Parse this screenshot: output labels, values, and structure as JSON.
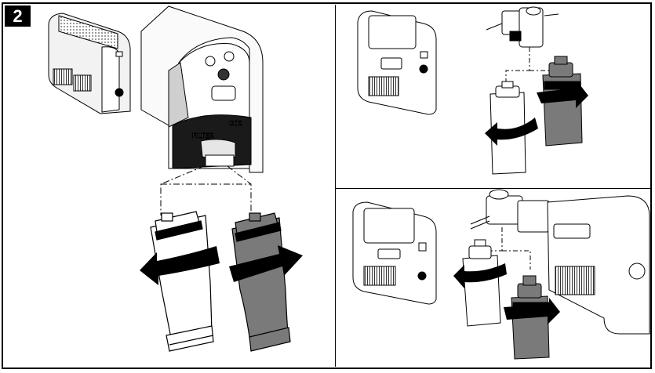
{
  "step": {
    "number": "2"
  },
  "labels": {
    "filter": "FILTER",
    "co2": "CO2"
  },
  "colors": {
    "line": "#000000",
    "dark_cartridge": "#7a7a7a",
    "light_gray": "#d9d9d9",
    "arrow": "#000000"
  },
  "icons": [
    "rotate-left-arrow",
    "rotate-right-arrow",
    "filter-cartridge",
    "water-dispenser"
  ]
}
